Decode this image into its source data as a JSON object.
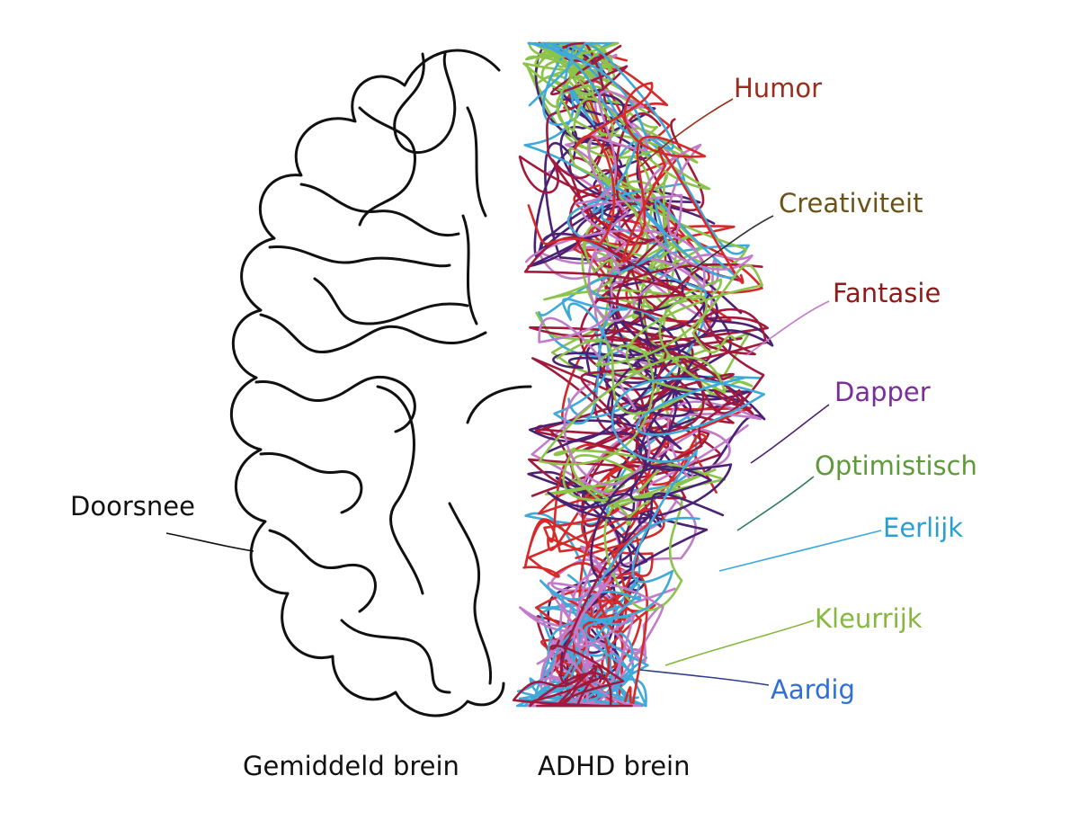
{
  "left_label": "Doorsnee",
  "captions": {
    "left": "Gemiddeld brein",
    "right": "ADHD brein"
  },
  "traits": [
    {
      "text": "Humor",
      "color": "#9b2d1f"
    },
    {
      "text": "Creativiteit",
      "color": "#6b5316"
    },
    {
      "text": "Fantasie",
      "color": "#8f1a1a"
    },
    {
      "text": "Dapper",
      "color": "#7a2e9a"
    },
    {
      "text": "Optimistisch",
      "color": "#5e9a3a"
    },
    {
      "text": "Eerlijk",
      "color": "#2a9fd6"
    },
    {
      "text": "Kleurrijk",
      "color": "#86b840"
    },
    {
      "text": "Aardig",
      "color": "#2f6fd8"
    }
  ],
  "scribble_colors": [
    "#4b2173",
    "#d62a2a",
    "#8cc34a",
    "#3fa9d9",
    "#c27bc9",
    "#a11a3d"
  ]
}
